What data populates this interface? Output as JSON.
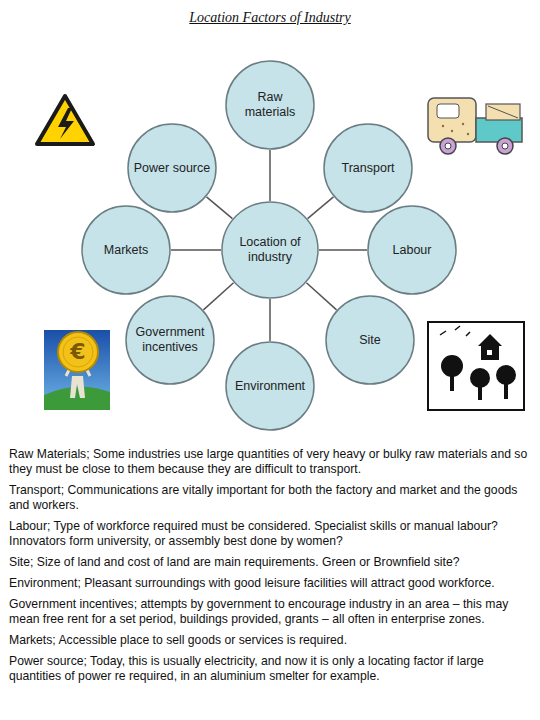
{
  "diagram": {
    "title": "Location Factors of Industry",
    "nodes": [
      {
        "text": [
          "Raw materials"
        ]
      },
      {
        "text": [
          "Power source"
        ]
      },
      {
        "text": [
          "Transport"
        ]
      },
      {
        "text": [
          "Markets"
        ]
      },
      {
        "text": [
          "Location of industry"
        ]
      },
      {
        "text": [
          "Labour"
        ]
      },
      {
        "text": [
          "Government incentives"
        ]
      },
      {
        "text": [
          "Site"
        ]
      },
      {
        "text": [
          "Environment"
        ]
      }
    ],
    "edges": [
      {
        "from": 4,
        "to": 0,
        "arrow": "none"
      },
      {
        "from": 4,
        "to": 1,
        "arrow": "none"
      },
      {
        "from": 4,
        "to": 2,
        "arrow": "none"
      },
      {
        "from": 4,
        "to": 3,
        "arrow": "none"
      },
      {
        "from": 4,
        "to": 5,
        "arrow": "none"
      },
      {
        "from": 4,
        "to": 6,
        "arrow": "none"
      },
      {
        "from": 4,
        "to": 7,
        "arrow": "none"
      },
      {
        "from": 4,
        "to": 8,
        "arrow": "none"
      }
    ],
    "labels": [
      "€",
      "Raw Materials; Some industries use large quantities of very heavy or bulky raw materials and so they must be close to them because they are difficult to transport.",
      "Transport; Communications are vitally important for both the factory and market and the goods and workers.",
      "Labour; Type of workforce required must be considered. Specialist skills or manual labour? Innovators form university, or assembly best done by women?",
      "Site; Size of land and cost of land are main requirements. Green or Brownfield site?",
      "Environment; Pleasant surroundings with good leisure facilities will attract good workforce.",
      "Government incentives; attempts by government to encourage industry in an area – this may mean free rent for a set period, buildings provided, grants – all often in enterprise zones.",
      "Markets; Accessible place to sell goods or services is required.",
      "Power source; Today, this is usually electricity, and now it is only a locating factor if large quantities of power re required, in an aluminium smelter for example."
    ]
  }
}
